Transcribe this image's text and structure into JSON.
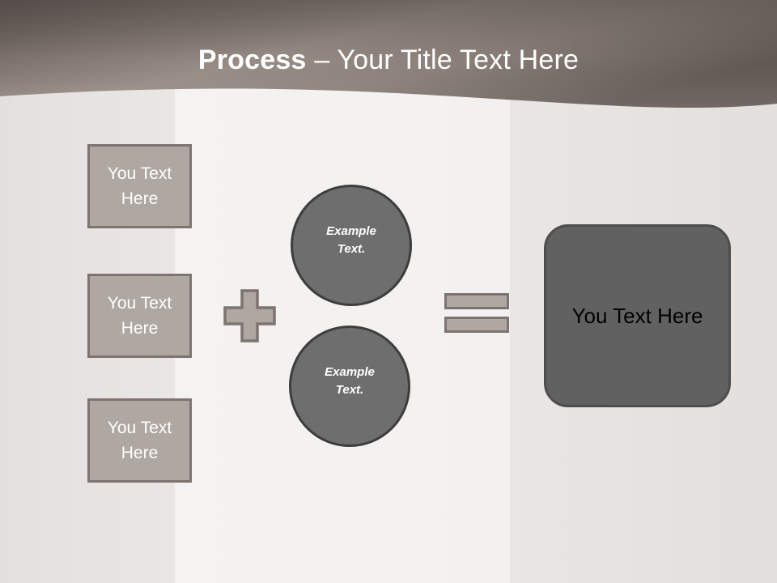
{
  "slide": {
    "title_bold": "Process",
    "title_rest": " – Your Title Text Here",
    "header_color_dark": "#57504c",
    "header_color_light": "#a6998f"
  },
  "inputs": {
    "boxes": [
      {
        "label": "You Text Here"
      },
      {
        "label": "You Text Here"
      },
      {
        "label": "You Text Here"
      }
    ],
    "fill_color": "#aea7a2",
    "border_color": "#7d7471",
    "text_color": "#ffffff"
  },
  "operators": {
    "plus": {
      "symbol": "+",
      "name": "plus-sign"
    },
    "equals": {
      "symbol": "=",
      "name": "equals-sign"
    },
    "fill_color": "#aea7a2",
    "border_color": "#7d7471"
  },
  "circles": [
    {
      "line1": "Example",
      "line2": "Text."
    },
    {
      "line1": "Example",
      "line2": "Text."
    }
  ],
  "circle_style": {
    "fill_color": "#6e6e6e",
    "border_color": "#3d3d3d",
    "text_color": "#ffffff"
  },
  "result": {
    "label": "You Text Here",
    "fill_color": "#616161",
    "border_color": "#4d4d4d",
    "text_color": "#000000"
  },
  "background": {
    "panel_left_color": "#e5e2e0",
    "panel_center_color": "#f4f2f0",
    "panel_right_color": "#e7e4e2"
  }
}
